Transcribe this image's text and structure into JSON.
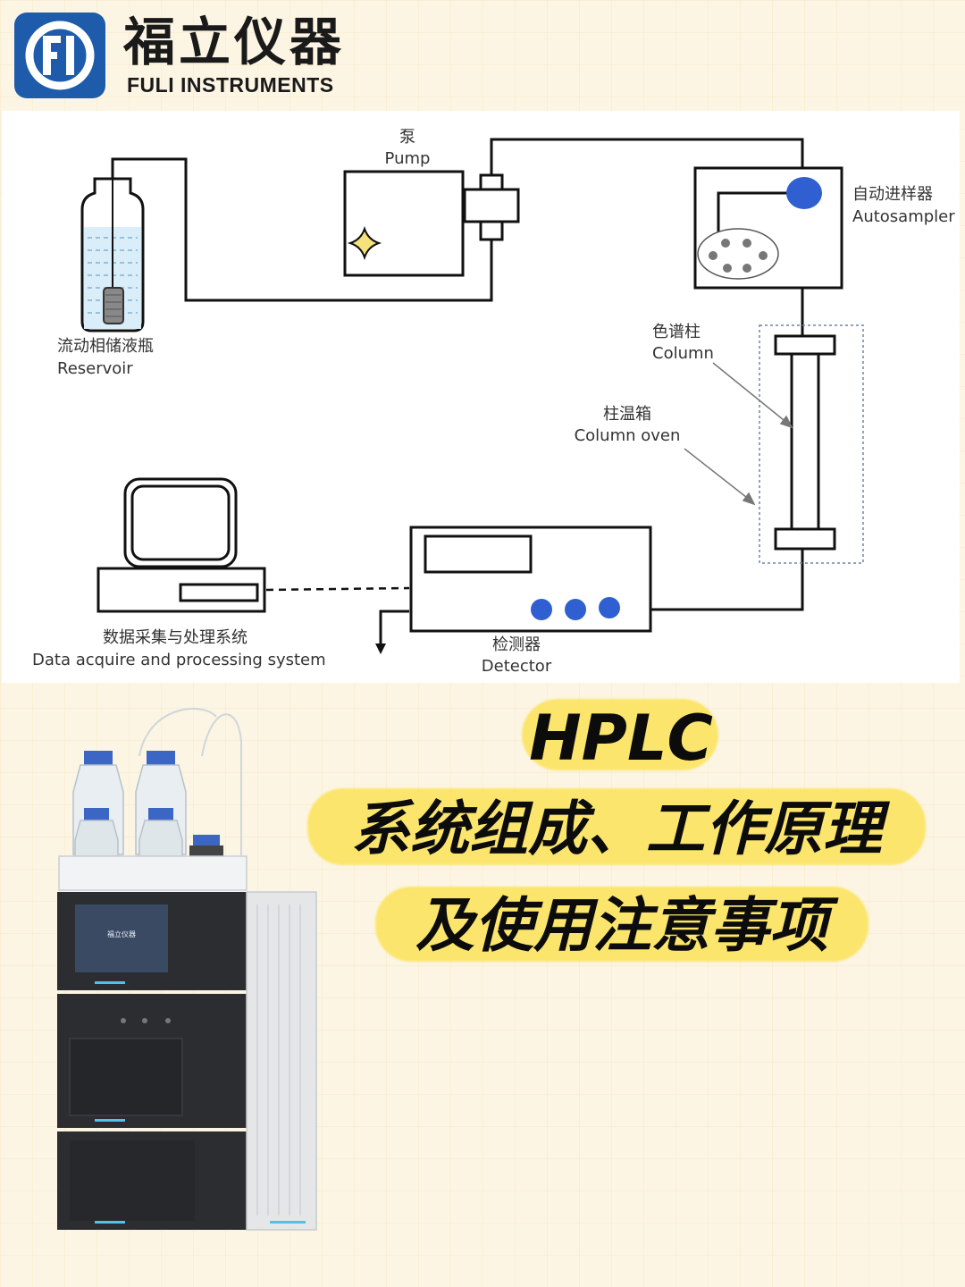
{
  "brand": {
    "name_cn": "福立仪器",
    "name_en": "FULI INSTRUMENTS",
    "colors": {
      "logo_bg": "#1e5cab",
      "text": "#1a1a1a"
    }
  },
  "diagram": {
    "pump": {
      "cn": "泵",
      "en": "Pump"
    },
    "reservoir": {
      "cn": "流动相储液瓶",
      "en": "Reservoir"
    },
    "autosampler": {
      "cn": "自动进样器",
      "en": "Autosampler"
    },
    "column": {
      "cn": "色谱柱",
      "en": "Column"
    },
    "column_oven": {
      "cn": "柱温箱",
      "en": "Column oven"
    },
    "data_system": {
      "cn": "数据采集与处理系统",
      "en": "Data acquire and processing system"
    },
    "detector": {
      "cn": "检测器",
      "en": "Detector"
    },
    "colors": {
      "line": "#111111",
      "accent_blue": "#2f5fd0",
      "star": "#f6e27a",
      "liquid": "#bfe0f2"
    }
  },
  "title": {
    "line1": "HPLC",
    "line2": "系统组成、工作原理",
    "line3": "及使用注意事项",
    "highlight_color": "#fbe566"
  },
  "instrument": {
    "screen_logo": "福立仪器",
    "icon": "hplc-instrument-icon"
  }
}
